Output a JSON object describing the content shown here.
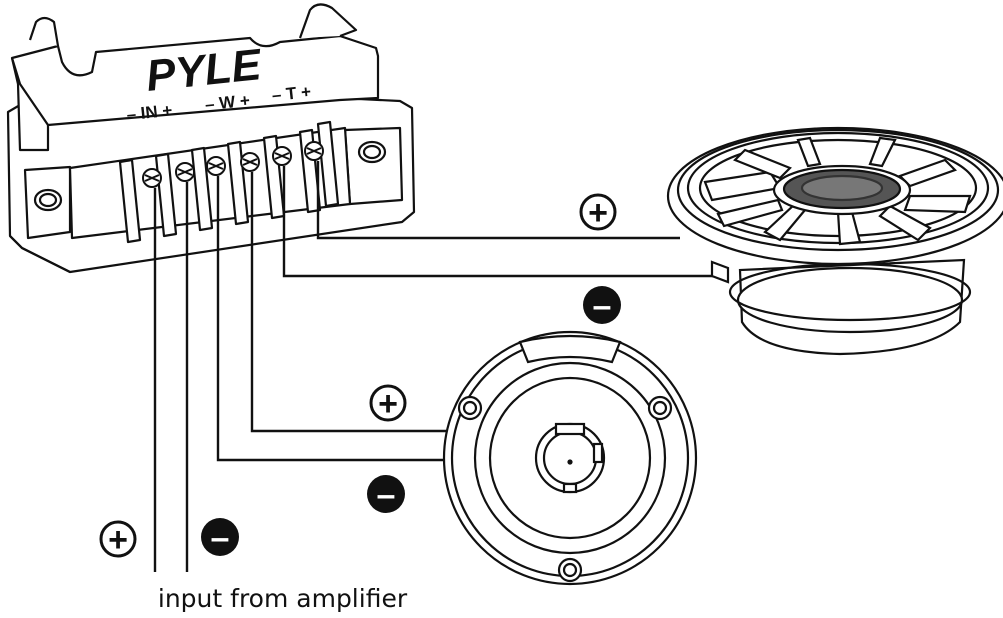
{
  "brand": {
    "logo_text": "PYLE"
  },
  "terminals": {
    "in_label": "– IN +",
    "w_label": "– W +",
    "t_label": "– T +"
  },
  "polarity": {
    "positive": "+",
    "negative": "–"
  },
  "caption": "input from amplifier",
  "colors": {
    "ink": "#111111",
    "background": "#ffffff",
    "grille_shade": "#555555"
  }
}
